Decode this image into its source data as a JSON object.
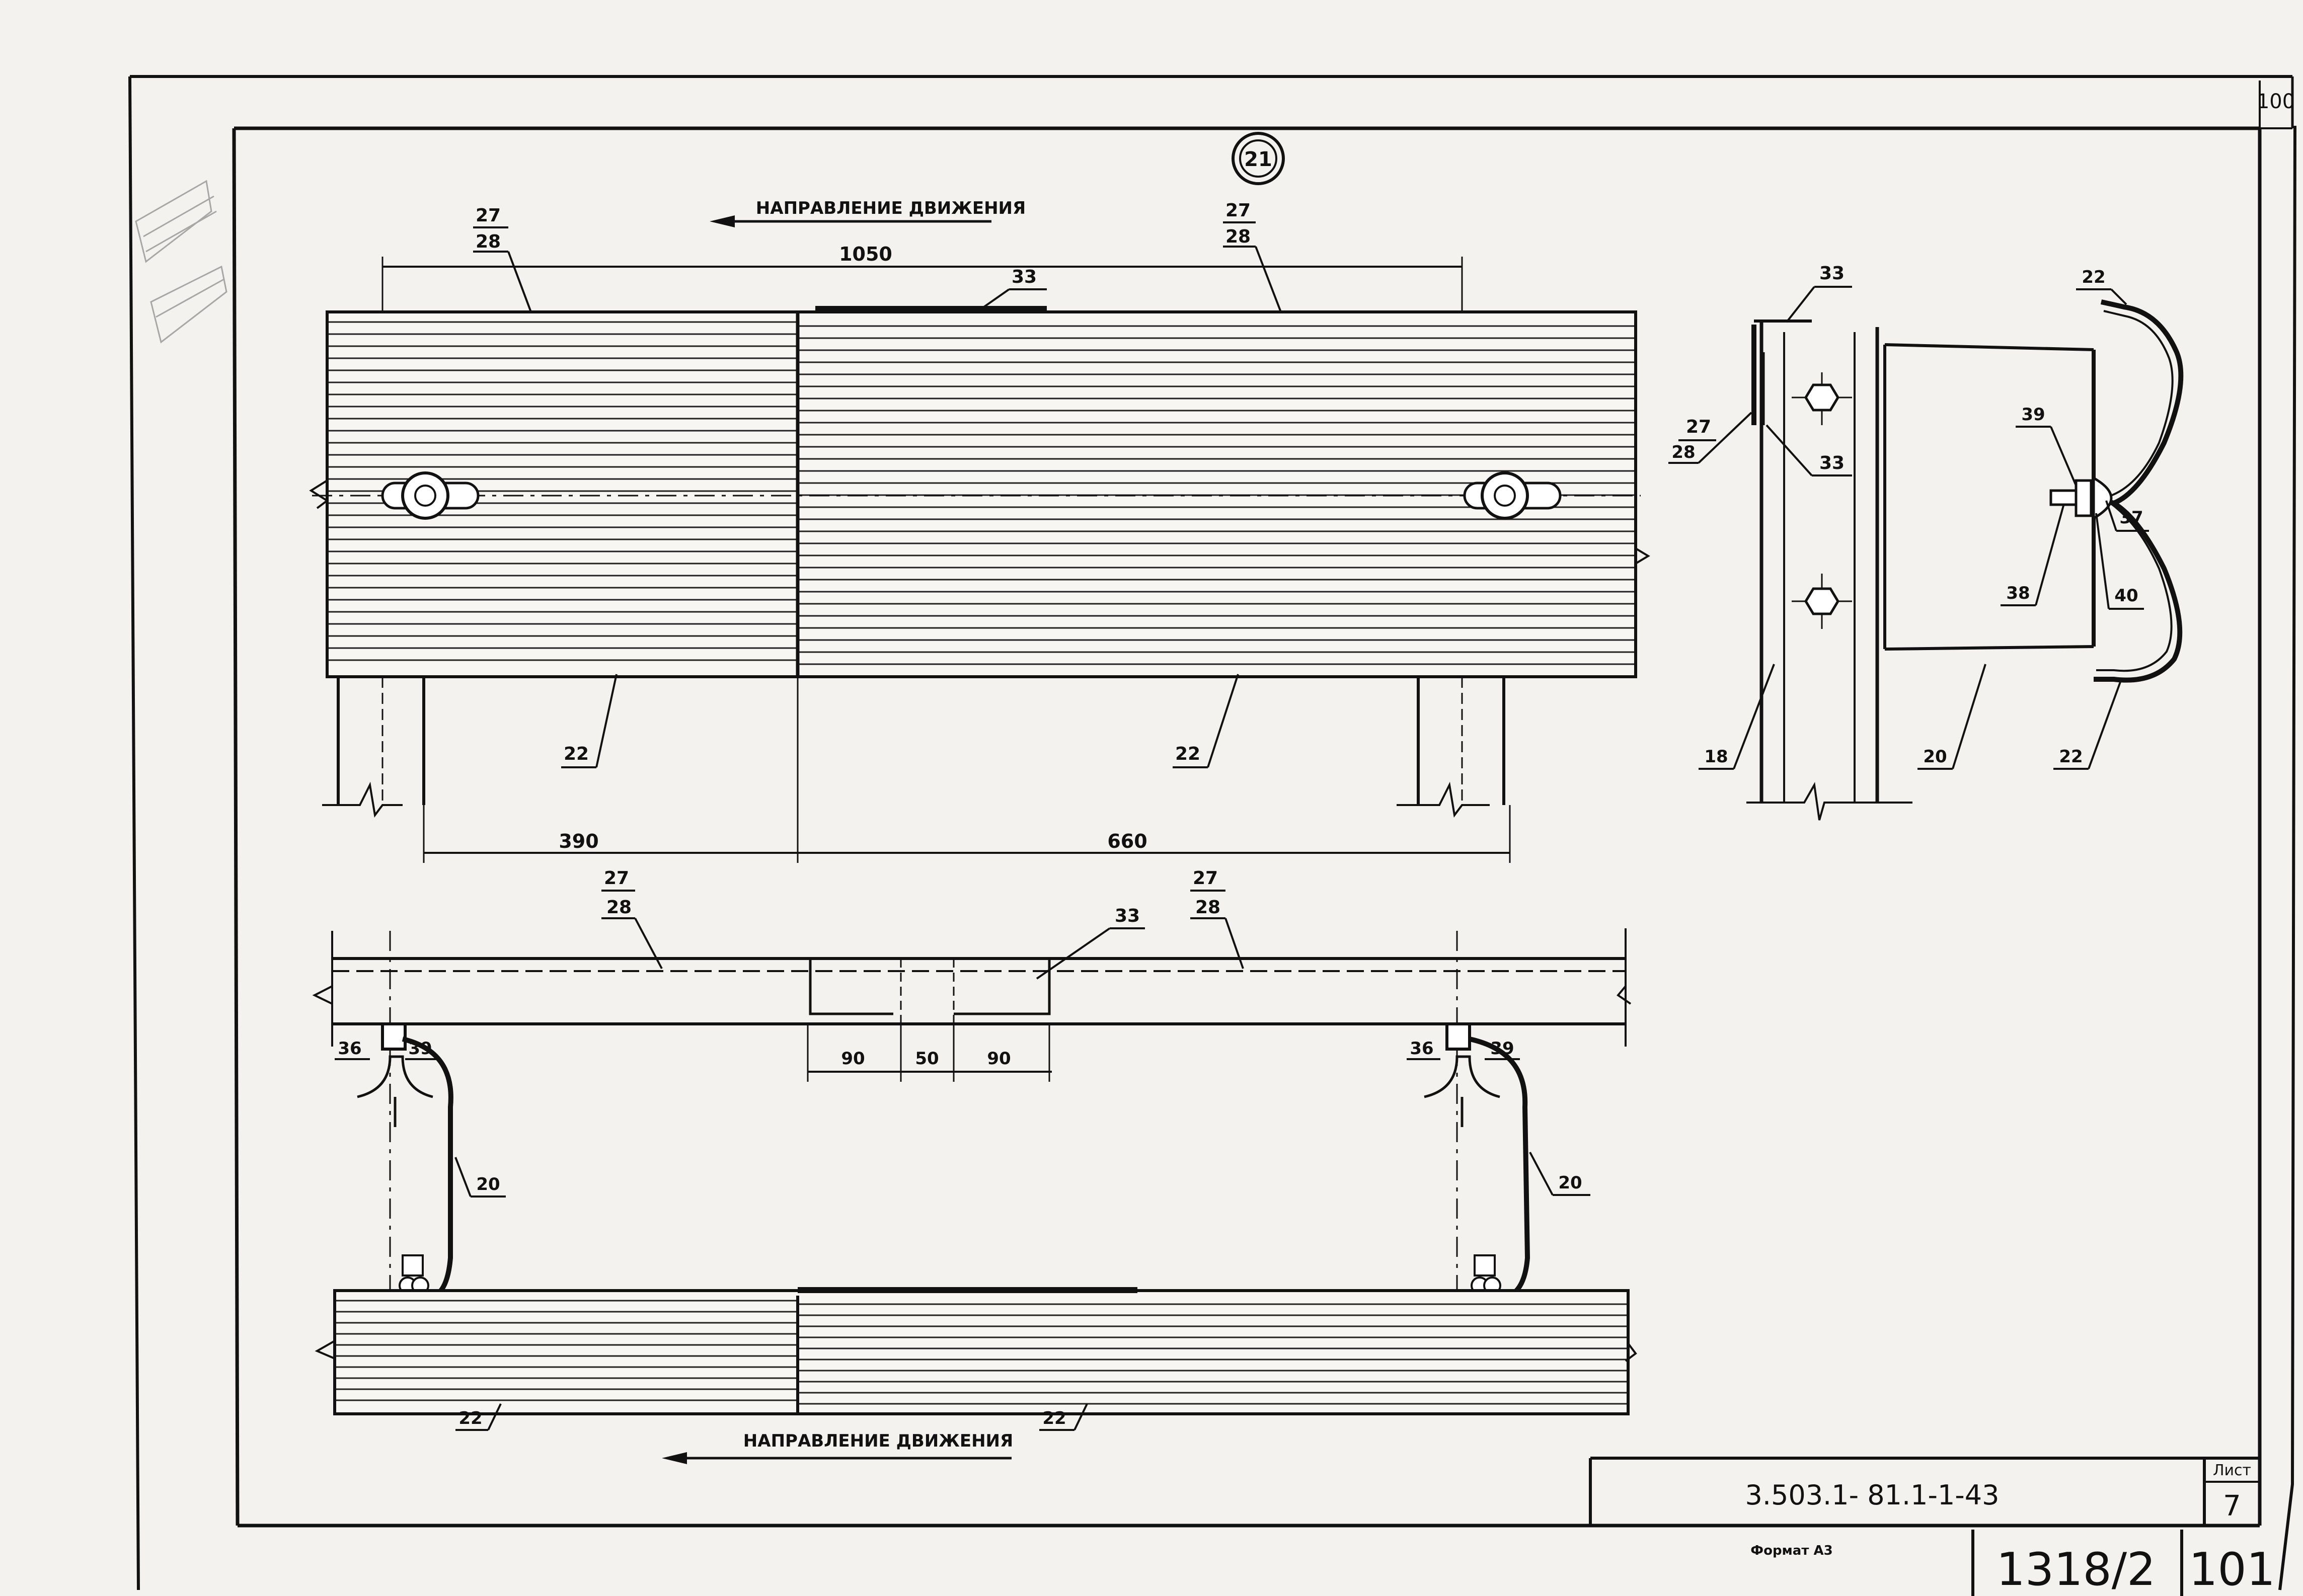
{
  "sheet": {
    "corner_number": "100",
    "detail_marker": "21"
  },
  "direction": {
    "top_label": "НАПРАВЛЕНИЕ ДВИЖЕНИЯ",
    "bottom_label": "НАПРАВЛЕНИЕ ДВИЖЕНИЯ"
  },
  "dimensions": {
    "overall": "1050",
    "left_part": "390",
    "right_part": "660",
    "gap_a": "90",
    "gap_b": "50",
    "gap_c": "90"
  },
  "callouts": {
    "top_left_num": "27",
    "top_left_den": "28",
    "top_right_num": "27",
    "top_right_den": "28",
    "top_lap": "33",
    "top_beam_left": "22",
    "top_beam_right": "22",
    "plan_left_num": "27",
    "plan_left_den": "28",
    "plan_right_num": "27",
    "plan_right_den": "28",
    "plan_lap": "33",
    "plan_left_bolt_a": "36",
    "plan_left_bolt_b": "39",
    "plan_right_bolt_a": "36",
    "plan_right_bolt_b": "39",
    "plan_left_bracket": "20",
    "plan_right_bracket": "20",
    "plan_beam_left": "22",
    "plan_beam_right": "22",
    "section_top_lap": "33",
    "section_num": "27",
    "section_den": "28",
    "section_lap": "33",
    "section_post": "18",
    "section_bracket": "20",
    "section_beam_top": "22",
    "section_beam_bottom": "22",
    "section_bolt_a": "39",
    "section_bolt_b": "37",
    "section_bolt_c": "38",
    "section_bolt_d": "40"
  },
  "title_block": {
    "sheet_label": "Лист",
    "sheet_number": "7",
    "document_code": "3.503.1- 81.1-1-43",
    "format": "Формат А3",
    "inventory": "1318/2",
    "page": "101"
  }
}
